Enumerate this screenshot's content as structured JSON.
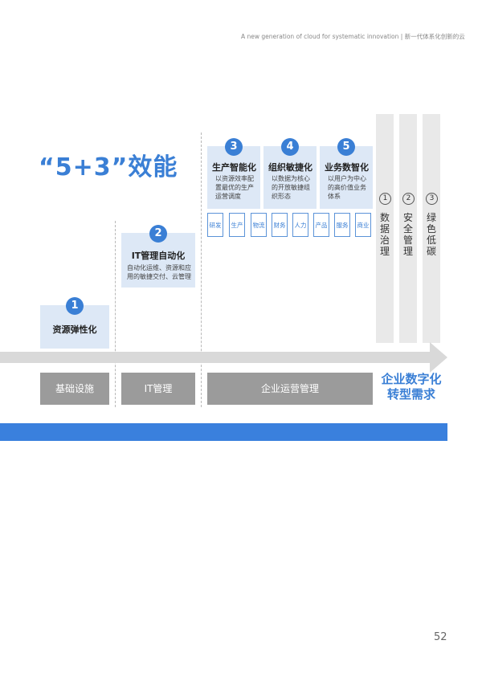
{
  "header": {
    "text": "A new generation of cloud for systematic innovation  |  新一代体系化创新的云"
  },
  "title": "“5+3”效能",
  "stages": [
    {
      "num": "1",
      "title": "资源弹性化",
      "desc": ""
    },
    {
      "num": "2",
      "title": "IT管理自动化",
      "desc": "自动化运维、资源和应用的敏捷交付、云管理"
    },
    {
      "num": "3",
      "title": "生产智能化",
      "desc": "以资源效率配置最优的生产运营调度"
    },
    {
      "num": "4",
      "title": "组织敏捷化",
      "desc": "以数据为核心的开放敏捷组织形态"
    },
    {
      "num": "5",
      "title": "业务数智化",
      "desc": "以用户为中心的高价值业务体系"
    }
  ],
  "tags": [
    "研发",
    "生产",
    "物流",
    "财务",
    "人力",
    "产品",
    "服务",
    "商业"
  ],
  "goals": [
    {
      "num": "1",
      "label": "数\n据\n治\n理"
    },
    {
      "num": "2",
      "label": "安\n全\n管\n理"
    },
    {
      "num": "3",
      "label": "绿\n色\n低\n碳"
    }
  ],
  "categories": [
    "基础设施",
    "IT管理",
    "企业运营管理"
  ],
  "target": {
    "line1": "企业数字化",
    "line2": "转型需求"
  },
  "page_number": "52",
  "colors": {
    "accent": "#3a7fd5",
    "card": "#dde8f6",
    "gray_box": "#9b9b9b",
    "arrow": "#d9d9d9"
  }
}
